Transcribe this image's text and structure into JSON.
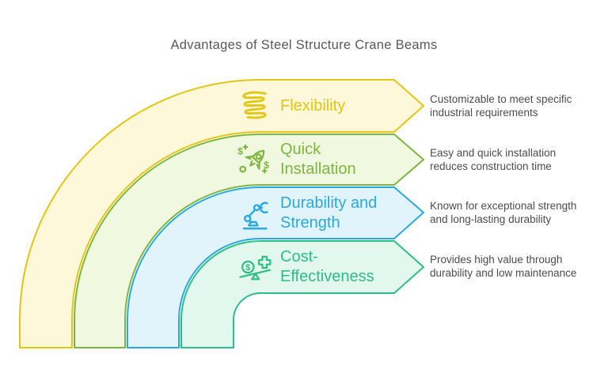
{
  "title": {
    "text": "Advantages of Steel Structure Crane Beams",
    "color": "#58595b"
  },
  "items": [
    {
      "label": "Flexibility",
      "description": "Customizable to meet specific\nindustrial requirements",
      "icon": "spring-icon",
      "stroke": "#e4c513",
      "fill": "#fdf8da"
    },
    {
      "label": "Quick\nInstallation",
      "description": "Easy and quick installation\nreduces construction time",
      "icon": "rocket-icon",
      "stroke": "#7cb63f",
      "fill": "#f0f8df"
    },
    {
      "label": "Durability and\nStrength",
      "description": "Known for exceptional strength\nand long-lasting durability",
      "icon": "robot-arm-icon",
      "stroke": "#29a9e0",
      "fill": "#e1f3fb"
    },
    {
      "label": "Cost-\nEffectiveness",
      "description": "Provides high value through\ndurability and low maintenance",
      "icon": "balance-scale-icon",
      "stroke": "#2cbe86",
      "fill": "#e2f7ed"
    }
  ]
}
